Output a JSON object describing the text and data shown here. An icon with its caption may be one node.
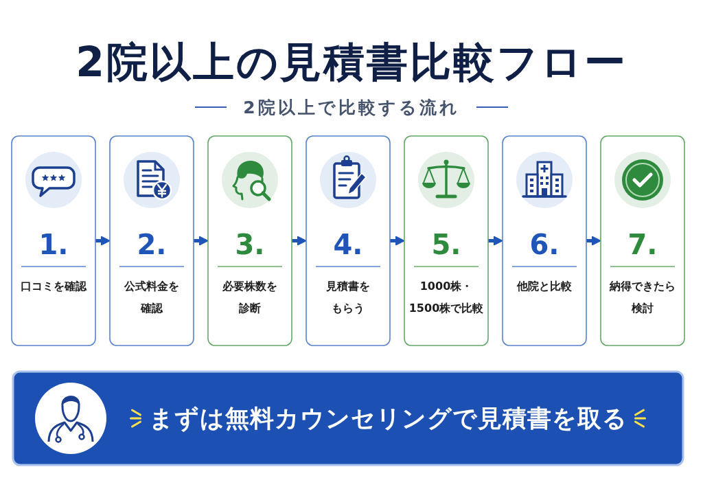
{
  "diagram": {
    "title": "2院以上の見積書比較フロー",
    "nodes": [
      {
        "text": [
          "1.",
          "口コミを確認"
        ]
      },
      {
        "text": [
          "2.",
          "公式料金を確認"
        ]
      },
      {
        "text": [
          "3.",
          "必要株数を診断"
        ]
      },
      {
        "text": [
          "4.",
          "見積書をもらう"
        ]
      },
      {
        "text": [
          "5.",
          "1000株・1500株で比較"
        ]
      },
      {
        "text": [
          "6.",
          "他院と比較"
        ]
      },
      {
        "text": [
          "7.",
          "納得できたら検討"
        ]
      },
      {
        "text": [
          "まずは無料カウンセリングで見積書を取る"
        ]
      }
    ],
    "edges": [
      {
        "from": 0,
        "to": 1,
        "arrow": "to"
      },
      {
        "from": 1,
        "to": 2,
        "arrow": "to"
      },
      {
        "from": 2,
        "to": 3,
        "arrow": "to"
      },
      {
        "from": 3,
        "to": 4,
        "arrow": "to"
      },
      {
        "from": 4,
        "to": 5,
        "arrow": "to"
      },
      {
        "from": 5,
        "to": 6,
        "arrow": "to"
      }
    ],
    "labels": [
      "2院以上で比較する流れ"
    ]
  }
}
